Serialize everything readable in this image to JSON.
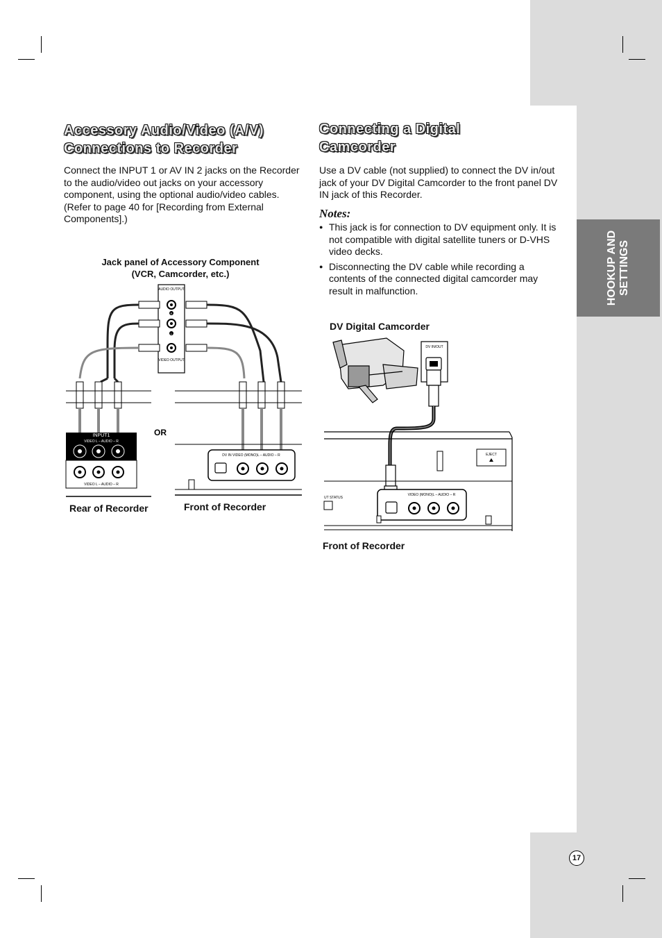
{
  "section_tab": "HOOKUP AND\nSETTINGS",
  "left": {
    "heading": "Accessory Audio/Video (A/V)\nConnections to Recorder",
    "body": "Connect the INPUT 1 or AV IN 2 jacks on the Recorder to the audio/video out jacks on your accessory component, using the optional audio/video cables. (Refer to page 40 for [Recording from External Components].)",
    "diagram": {
      "title_line1": "Jack panel of Accessory Component",
      "title_line2": "(VCR, Camcorder, etc.)",
      "audio_output": "AUDIO\nOUTPUT",
      "video_output": "VIDEO\nOUTPUT",
      "jack_r": "R",
      "jack_l": "L",
      "or_label": "OR",
      "input1": "INPUT1",
      "rear_top_labels": "VIDEO   L – AUDIO – R",
      "rear_bottom_labels": "VIDEO   L – AUDIO – R",
      "front_labels": "DV IN   VIDEO  (MONO)L – AUDIO – R",
      "caption_rear": "Rear of Recorder",
      "caption_front": "Front of Recorder"
    }
  },
  "right": {
    "heading": "Connecting a Digital\nCamcorder",
    "body": "Use a DV cable (not supplied) to connect the DV in/out jack of your DV Digital Camcorder to the front panel DV IN jack of this Recorder.",
    "notes_title": "Notes:",
    "notes": [
      "This jack is for connection to DV equipment only. It is not compatible with digital satellite tuners or D-VHS video decks.",
      "Disconnecting the DV cable while recording a contents of the connected digital camcorder may result in malfunction."
    ],
    "diagram": {
      "caption_camcorder": "DV Digital Camcorder",
      "dv_label": "DV\nIN/OUT",
      "eject": "EJECT",
      "status": "UT STATUS",
      "front_labels": "VIDEO  (MONO)L – AUDIO – R",
      "caption_front": "Front of Recorder"
    }
  },
  "page_number": "17"
}
